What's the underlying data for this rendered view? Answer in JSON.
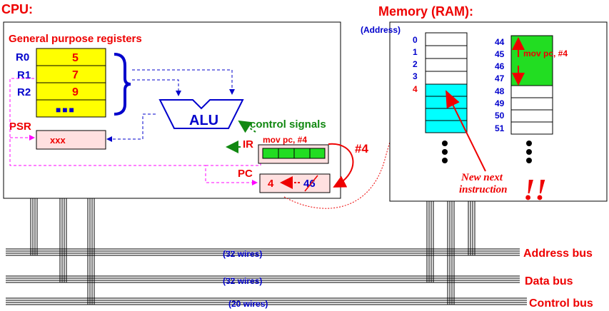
{
  "cpu": {
    "title": "CPU:",
    "gpr_title": "General purpose registers",
    "registers": [
      {
        "name": "R0",
        "value": "5"
      },
      {
        "name": "R1",
        "value": "7"
      },
      {
        "name": "R2",
        "value": "9"
      },
      {
        "name": "",
        "value": "■■■"
      }
    ],
    "psr": {
      "name": "PSR",
      "value": "xxx"
    },
    "alu": "ALU",
    "control_signals": "control signals",
    "ir": {
      "name": "IR",
      "instruction": "mov pc, #4"
    },
    "pc": {
      "name": "PC",
      "new_value": "4",
      "old_value": "46"
    },
    "immediate": "#4"
  },
  "memory": {
    "title": "Memory (RAM):",
    "address_label": "(Address)",
    "left_addresses": [
      "0",
      "1",
      "2",
      "3",
      "4"
    ],
    "right_addresses": [
      "44",
      "45",
      "46",
      "47",
      "48",
      "49",
      "50",
      "51"
    ],
    "instruction": "mov pc, #4",
    "note": [
      "New next",
      "instruction"
    ],
    "exclaim": "!!"
  },
  "buses": [
    {
      "name": "Address bus",
      "wires": "(32 wires)"
    },
    {
      "name": "Data bus",
      "wires": "(32 wires)"
    },
    {
      "name": "Control bus",
      "wires": "(20 wires)"
    }
  ],
  "colors": {
    "red": "#ee0000",
    "blue": "#0000cc",
    "green": "#118811",
    "yellow": "#ffff00",
    "cyan": "#00ffff",
    "lime": "#22dd22",
    "pink": "#ffe0e0",
    "magenta": "#ff00ff"
  }
}
